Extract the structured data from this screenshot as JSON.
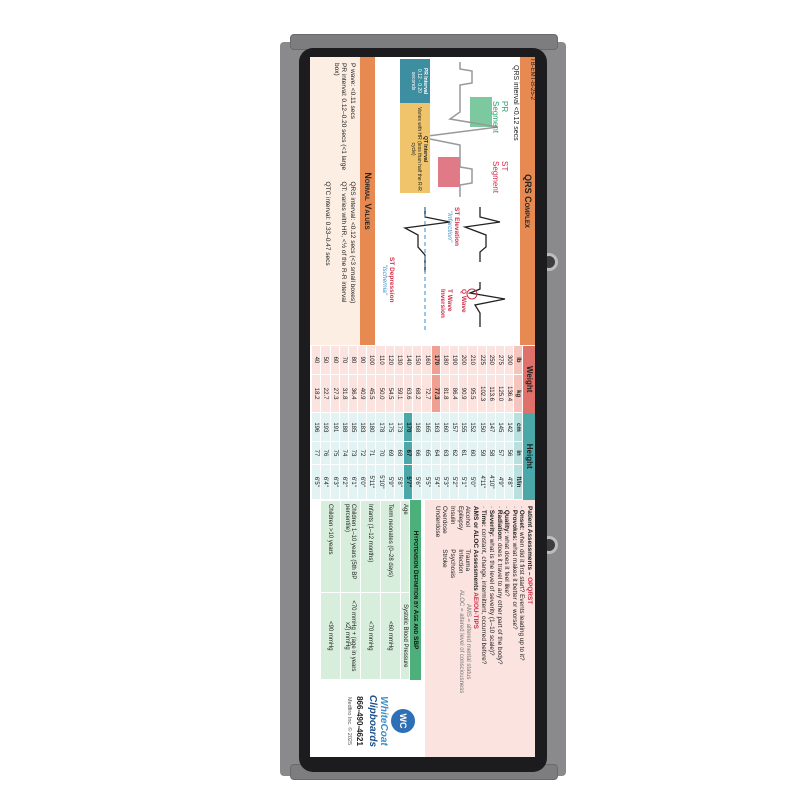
{
  "card_code": "TB-EMT-B-25-2",
  "qrs": {
    "title": "QRS Complex",
    "qrs_interval": "QRS interval <0.12 secs",
    "pr_segment": "PR Segment",
    "st_segment": "ST Segment",
    "labels": {
      "p": "P",
      "q": "Q",
      "r": "R",
      "s": "S",
      "t": "T"
    },
    "pr_box": {
      "title": "PR Interval",
      "text": "0.12 - 0.20 seconds"
    },
    "qt_box": {
      "title": "QT Interval",
      "text": "Varies with HR (less than half the R-R cycle)"
    },
    "st_elevation": {
      "title": "ST Elevation",
      "sub": "\"Infarction\""
    },
    "st_depression": {
      "title": "ST Depression",
      "sub": "\"Ischemia\""
    },
    "q_wave": "Q Wave",
    "t_wave": "T Wave Inversion"
  },
  "normal_values": {
    "title": "Normal Values",
    "items": [
      "P wave: <0.11 secs",
      "QRS interval: <0.12 secs (<3 small boxes)",
      "PR interval: 0.12–0.20 secs (<1 large box)",
      "QT: varies with HR, <½ of the R-R interval",
      "",
      "QTC interval: 0.33–0.47 secs"
    ]
  },
  "weight_height": {
    "weight_title": "Weight",
    "height_title": "Height",
    "columns": [
      "lb",
      "kg",
      "cm",
      "in",
      "ft/in"
    ],
    "rows": [
      [
        "300",
        "136.4",
        "142",
        "56",
        "4'8\""
      ],
      [
        "275",
        "125.0",
        "145",
        "57",
        "4'9\""
      ],
      [
        "250",
        "113.6",
        "147",
        "58",
        "4'10\""
      ],
      [
        "225",
        "102.3",
        "150",
        "59",
        "4'11\""
      ],
      [
        "210",
        "95.5",
        "152",
        "60",
        "5'0\""
      ],
      [
        "200",
        "90.9",
        "155",
        "61",
        "5'1\""
      ],
      [
        "190",
        "86.4",
        "157",
        "62",
        "5'2\""
      ],
      [
        "180",
        "81.8",
        "160",
        "63",
        "5'3\""
      ],
      [
        "170",
        "77.3",
        "163",
        "64",
        "5'4\""
      ],
      [
        "160",
        "72.7",
        "165",
        "65",
        "5'5\""
      ],
      [
        "150",
        "68.2",
        "168",
        "66",
        "5'6\""
      ],
      [
        "140",
        "63.6",
        "170",
        "67",
        "5'7\""
      ],
      [
        "130",
        "59.1",
        "173",
        "68",
        "5'8\""
      ],
      [
        "120",
        "54.5",
        "175",
        "69",
        "5'9\""
      ],
      [
        "110",
        "50.0",
        "178",
        "70",
        "5'10\""
      ],
      [
        "100",
        "45.5",
        "180",
        "71",
        "5'11\""
      ],
      [
        "90",
        "40.9",
        "183",
        "72",
        "6'0\""
      ],
      [
        "80",
        "36.4",
        "185",
        "73",
        "6'1\""
      ],
      [
        "70",
        "31.8",
        "188",
        "74",
        "6'2\""
      ],
      [
        "60",
        "27.3",
        "191",
        "75",
        "6'3\""
      ],
      [
        "50",
        "22.7",
        "193",
        "76",
        "6'4\""
      ],
      [
        "40",
        "18.2",
        "196",
        "77",
        "6'5\""
      ]
    ]
  },
  "patient": {
    "title": "Patient Assessments – ",
    "title_acronym": "OPQRST",
    "items": [
      [
        "Onset:",
        "when did it first start? Events leading up to it?"
      ],
      [
        "Provokes:",
        "what makes it better or worse?"
      ],
      [
        "Quality:",
        "what does it feel like?"
      ],
      [
        "Radiation:",
        "does it travel to any other part of the body?"
      ],
      [
        "Severity:",
        "what is the level of severity (1–10 scale)?"
      ],
      [
        "Time:",
        "constant, change, intermittent, occurred before?"
      ]
    ],
    "aloc_title": "AMS or ALOC Assessments ",
    "aloc_acronym": "AEIOU-TIPS",
    "aloc_left": [
      "Alcohol",
      "Epilepsy",
      "Insulin",
      "Overdose",
      "Underdose"
    ],
    "aloc_right": [
      "Trauma",
      "Infection",
      "Psychosis",
      "Stroke"
    ],
    "note1": "AMS = altered mental status",
    "note2": "ALOC = altered level of consciousness"
  },
  "hypotension": {
    "title": "Hypotension Definition by Age and SBP",
    "col_age": "Age",
    "col_sbp": "Systolic Blood Pressure",
    "rows": [
      [
        "Term neonates (0–28 days)",
        "<60 mmHg"
      ],
      [
        "Infants (1–12 months)",
        "<70 mmHg"
      ],
      [
        "Children 1–10 years (5th BP percentile)",
        "<70 mmHg + (age in years x2) mmHg"
      ],
      [
        "Children >10 years",
        "<90 mmHg"
      ]
    ]
  },
  "brand": {
    "logo": "WC",
    "name1": "WhiteCoat",
    "name2": "Clipboards",
    "phone": "866-490-4621",
    "copyright": "Medfiro Inc. © 2025"
  },
  "colors": {
    "board": "#8a8a8c",
    "orange": "#e68a52",
    "teal": "#4aa8a8",
    "pink": "#fbe3e0",
    "green": "#d8eedc",
    "red": "#d0314b"
  }
}
